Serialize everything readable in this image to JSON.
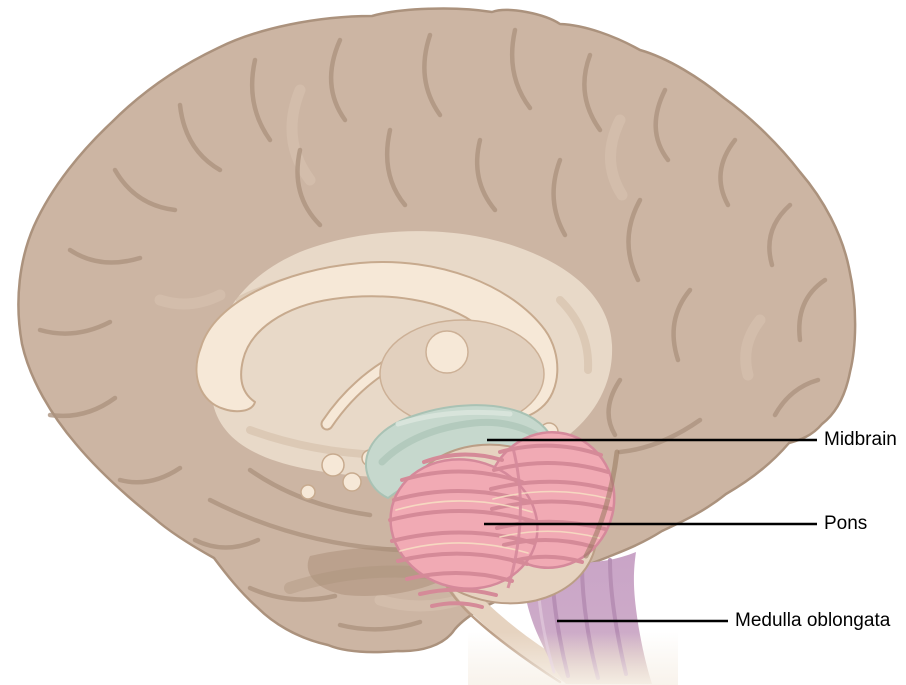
{
  "figure": {
    "kind": "anatomical illustration",
    "labels": [
      {
        "id": "midbrain",
        "text": "Midbrain"
      },
      {
        "id": "pons",
        "text": "Pons"
      },
      {
        "id": "medulla",
        "text": "Medulla oblongata"
      }
    ]
  },
  "colors": {
    "background": "#ffffff",
    "cortex": "#ccb5a3",
    "cortex_outline": "#ab927d",
    "sulci": "#ad9480",
    "gyri_highlight": "#dcc8b6",
    "inner_surface": "#e8d9c8",
    "inner_shade": "#d2bba6",
    "corpus_callosum": "#f6e8d7",
    "corpus_callosum_outline": "#c7aa8e",
    "thalamus": "#e2d0be",
    "thalamus_outline": "#ccb096",
    "midbrain": "#c6d8cd",
    "midbrain_outline": "#a9c2b4",
    "midbrain_stripe": "#aec7b9",
    "pons": "#f1aab4",
    "pons_outline": "#d5899b",
    "pons_ridges": "#d58a98",
    "pons_highlight": "#f7ddc3",
    "pons_ring": "#e6d3c0",
    "ring_outline": "#bb9e86",
    "medulla_top": "#c9a4c7",
    "medulla_mid": "#cdabc8",
    "medulla_fade": "#dac6b5",
    "medulla_streak": "#b58db3",
    "medulla_light_streak": "#dbc0d6",
    "shadow_brown": "#aa8e78",
    "crease_dark": "#97795f",
    "leader_line": "#000000",
    "label_text": "#000000"
  }
}
